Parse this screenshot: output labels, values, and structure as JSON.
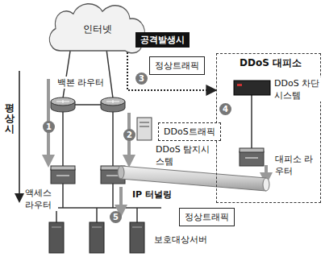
{
  "diagram": {
    "nodes": [
      {
        "text": [
          "인터넷"
        ]
      },
      {
        "text": [
          "공격발생시"
        ]
      },
      {
        "text": [
          "정상트래픽"
        ]
      },
      {
        "text": [
          "DDoS 대피소"
        ]
      },
      {
        "text": [
          "DDoS트래픽"
        ]
      },
      {
        "text": [
          "정상트래픽"
        ]
      }
    ],
    "edges": [
      {
        "from": 0,
        "to": 3,
        "arrow": "to"
      }
    ],
    "labels": [
      "평상시",
      "백본 라우터",
      "DDoS 차단시스템",
      "DDoS 탐지시스템",
      "대피소 라우터",
      "액세스 라우터",
      "IP 터널링",
      "보호대상서버",
      "1",
      "2",
      "3",
      "4",
      "5"
    ]
  }
}
